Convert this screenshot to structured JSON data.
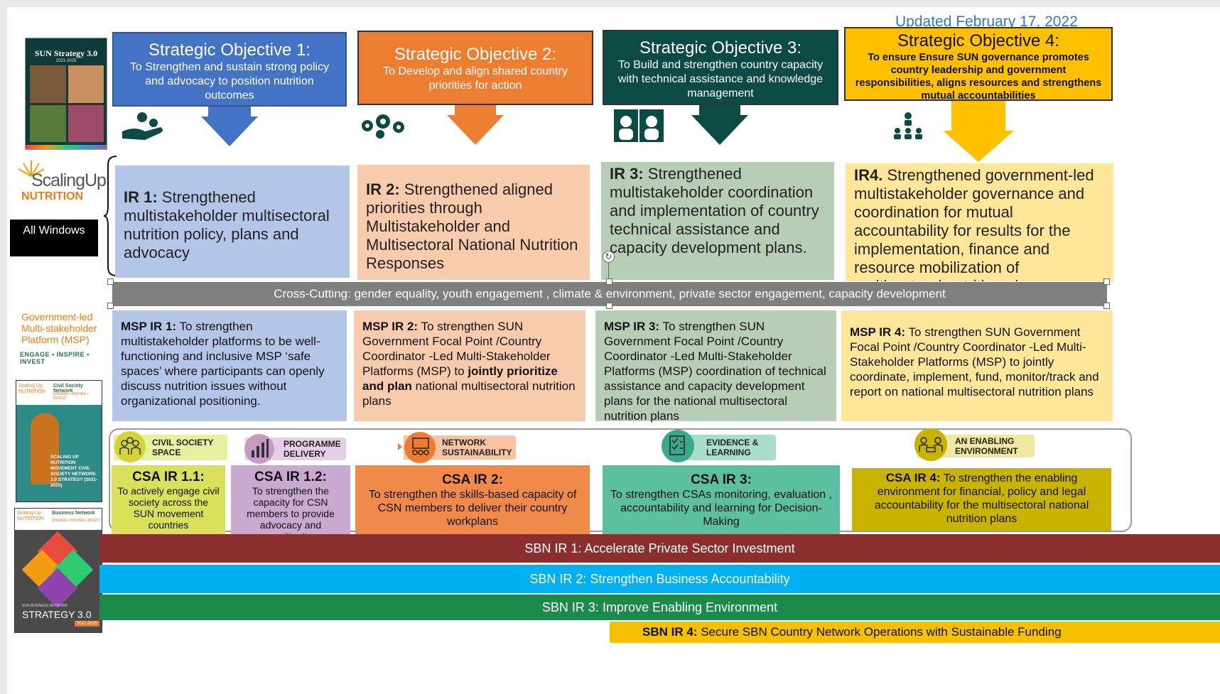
{
  "updated": "Updated February 17, 2022",
  "colors": {
    "so1": "#4472c4",
    "so2": "#ed7d31",
    "so3": "#0b4a45",
    "so4": "#ffc000",
    "ir1": "#b4c6e7",
    "ir2": "#f8cbad",
    "ir3": "#b8cdb5",
    "ir4": "#ffe699",
    "cross": "#7f7f7f",
    "sbn1": "#8b2e2e",
    "sbn2": "#00b0f0",
    "sbn3": "#1b8a4b",
    "sbn4": "#f5c000"
  },
  "left": {
    "cover1_title": "SUN Strategy 3.0",
    "cover1_years": "2021-2025",
    "logo_main": "ScalingUp",
    "logo_sub": "NUTRITION",
    "all_windows": "All Windows",
    "msp_title": "Government-led Multi-stakeholder Platform (MSP)",
    "msp_tagline": "ENGAGE • INSPIRE • INVEST",
    "csn_logo": "Scaling Up NUTRITION",
    "csn_network": "Civil Society Network",
    "csn_tag": "ENGAGE • INSPIRE • INVEST",
    "csn_cover_text": "SCALING UP NUTRITION MOVEMENT CIVIL SOCIETY NETWORK 3.0 STRATEGY (2021-2025)",
    "sbn_logo": "Scaling Up NUTRITION",
    "sbn_network": "Business Network",
    "sbn_tag": "ENGAGE • INSPIRE • INVEST",
    "sbn_cover_small": "SUN BUSINESS NETWORK",
    "sbn_cover_title": "STRATEGY 3.0",
    "sbn_cover_years": "2021-2025"
  },
  "objectives": [
    {
      "title": "Strategic Objective 1:",
      "text": "To Strengthen and sustain strong policy and advocacy to position nutrition outcomes",
      "icon": "hand-gears-icon"
    },
    {
      "title": "Strategic Objective 2:",
      "text": "To Develop and align shared country priorities for action",
      "icon": "gears-icon"
    },
    {
      "title": "Strategic Objective 3:",
      "text": "To Build and strengthen country capacity with technical assistance and knowledge management",
      "icon": "people-icon"
    },
    {
      "title": "Strategic Objective 4:",
      "text": "To ensure Ensure SUN governance promotes country leadership and government responsibilities, aligns resources and strengthens mutual accountabilities",
      "icon": "hierarchy-icon"
    }
  ],
  "irs": [
    {
      "label": "IR 1:",
      "text": " Strengthened multistakeholder multisectoral nutrition policy, plans and advocacy"
    },
    {
      "label": "IR 2:",
      "text": " Strengthened aligned priorities through Multistakeholder and Multisectoral National Nutrition Responses"
    },
    {
      "label": "IR 3:",
      "text": "  Strengthened multistakeholder coordination and implementation of country technical assistance and capacity development plans."
    },
    {
      "label": "IR4.",
      "text": " Strengthened government-led multistakeholder governance and coordination for mutual accountability for results for the implementation, finance and resource mobilization of multisectoral nutrition plans"
    }
  ],
  "cross_cutting": "Cross-Cutting: gender equality, youth engagement , climate & environment, private sector engagement, capacity development",
  "msps": [
    {
      "label": "MSP IR 1:",
      "text": " To strengthen multistakeholder platforms to be well-functioning and inclusive MSP ‘safe spaces’ where participants can openly discuss nutrition issues without organizational positioning."
    },
    {
      "label": "MSP IR 2:",
      "text1": " To strengthen SUN Government Focal Point /Country Coordinator -Led Multi-Stakeholder Platforms (MSP) to ",
      "bold": "jointly prioritize and plan",
      "text2": " national multisectoral nutrition plans"
    },
    {
      "label": "MSP IR 3:",
      "text": " To strengthen SUN Government Focal Point /Country Coordinator -Led Multi-Stakeholder Platforms (MSP) coordination of technical assistance and capacity development plans for the national multisectoral nutrition plans"
    },
    {
      "label": "MSP IR 4:",
      "text": " To strengthen SUN Government Focal Point /Country Coordinator -Led Multi-Stakeholder Platforms (MSP) to jointly coordinate, implement, fund, monitor/track and report on national multisectoral nutrition plans"
    }
  ],
  "pills": [
    {
      "label": "CIVIL SOCIETY SPACE",
      "icon": "group-icon"
    },
    {
      "label": "PROGRAMME DELIVERY",
      "icon": "bar-chart-icon"
    },
    {
      "label": "NETWORK SUSTAINABILITY",
      "icon": "presentation-icon"
    },
    {
      "label": "EVIDENCE & LEARNING",
      "icon": "checklist-icon"
    },
    {
      "label": "AN ENABLING ENVIRONMENT",
      "icon": "meeting-icon"
    }
  ],
  "csas": [
    {
      "label": "CSA IR 1.1:",
      "text": "To actively engage civil society across the SUN movement countries"
    },
    {
      "label": "CSA IR 1.2:",
      "text": "To strengthen the capacity for CSN members to provide advocacy and sensitization"
    },
    {
      "label": "CSA IR 2:",
      "text": "To strengthen the skills-based capacity of CSN members to deliver their country workplans"
    },
    {
      "label": "CSA IR 3:",
      "text": "To strengthen CSAs monitoring, evaluation , accountability and learning for Decision-Making"
    },
    {
      "label": "CSA IR 4:",
      "text": " To strengthen the enabling environment for financial, policy and legal accountability for the multisectoral national nutrition plans"
    }
  ],
  "sbn": [
    {
      "label": "SBN IR 1:",
      "text": " Accelerate Private Sector Investment"
    },
    {
      "label": "SBN IR 2:",
      "text": " Strengthen Business Accountability"
    },
    {
      "label": "SBN IR 3:",
      "text": " Improve Enabling Environment"
    },
    {
      "label": "SBN IR 4:",
      "text": " Secure SBN Country Network Operations with Sustainable Funding"
    }
  ]
}
